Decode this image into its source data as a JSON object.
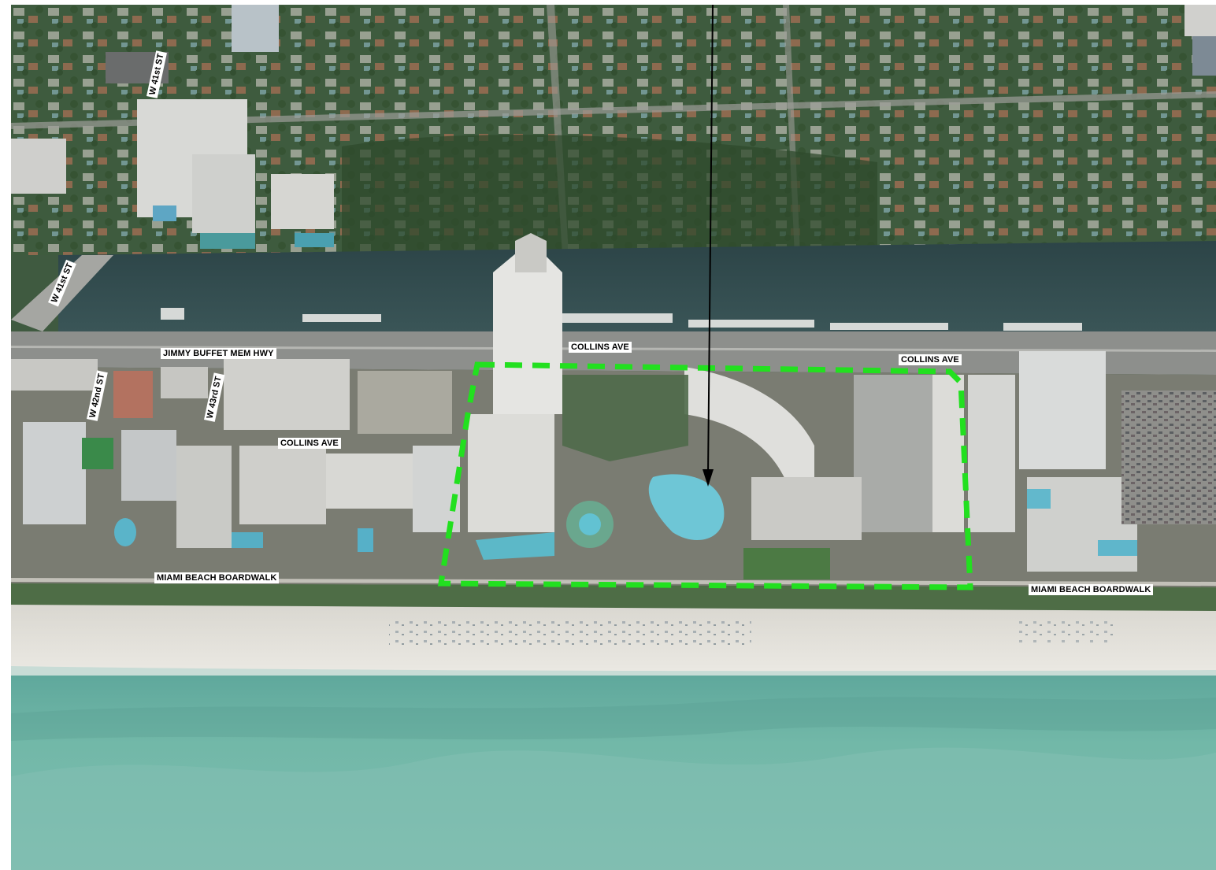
{
  "map": {
    "view": "aerial oblique",
    "labels": [
      {
        "id": "w41st-st-north",
        "text": "W 41st ST"
      },
      {
        "id": "w41st-st-bridge",
        "text": "W 41st ST"
      },
      {
        "id": "jimmy-buffet-mem-hwy",
        "text": "JIMMY BUFFET MEM HWY"
      },
      {
        "id": "w42nd-st",
        "text": "W 42nd ST"
      },
      {
        "id": "w43rd-st",
        "text": "W 43rd ST"
      },
      {
        "id": "collins-ave-center",
        "text": "COLLINS AVE"
      },
      {
        "id": "collins-ave-east",
        "text": "COLLINS AVE"
      },
      {
        "id": "collins-ave-west",
        "text": "COLLINS AVE"
      },
      {
        "id": "miami-beach-boardwalk-west",
        "text": "MIAMI BEACH BOARDWALK"
      },
      {
        "id": "miami-beach-boardwalk-east",
        "text": "MIAMI BEACH BOARDWALK"
      }
    ],
    "site_outline": {
      "color": "#22e01f",
      "style": "dashed"
    },
    "pointer_arrow": {
      "color": "#000000"
    },
    "colors": {
      "ocean": "#6fb3a4",
      "sand": "#e3e1db",
      "waterway": "#2f4b4f",
      "vegetation": "#3f5a40",
      "buildings": "#d9dad6"
    }
  }
}
